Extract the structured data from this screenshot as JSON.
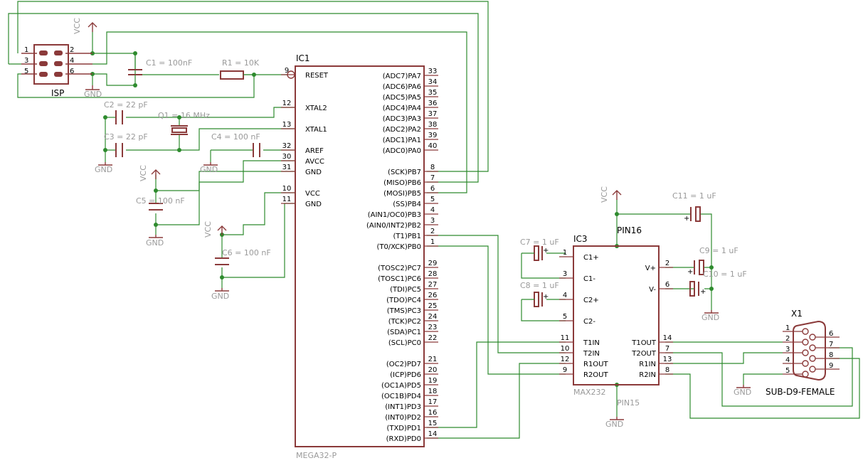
{
  "isp": {
    "name": "ISP",
    "pins": [
      "1",
      "2",
      "3",
      "4",
      "5",
      "6"
    ]
  },
  "ic1": {
    "name": "IC1",
    "part": "MEGA32-P",
    "left_pins": [
      {
        "num": "9",
        "name": "RESET"
      },
      {
        "num": "12",
        "name": "XTAL2"
      },
      {
        "num": "13",
        "name": "XTAL1"
      },
      {
        "num": "32",
        "name": "AREF"
      },
      {
        "num": "30",
        "name": "AVCC"
      },
      {
        "num": "31",
        "name": "GND"
      },
      {
        "num": "10",
        "name": "VCC"
      },
      {
        "num": "11",
        "name": "GND"
      }
    ],
    "right_pins": [
      {
        "num": "33",
        "name": "(ADC7)PA7"
      },
      {
        "num": "34",
        "name": "(ADC6)PA6"
      },
      {
        "num": "35",
        "name": "(ADC5)PA5"
      },
      {
        "num": "36",
        "name": "(ADC4)PA4"
      },
      {
        "num": "37",
        "name": "(ADC3)PA3"
      },
      {
        "num": "38",
        "name": "(ADC2)PA2"
      },
      {
        "num": "39",
        "name": "(ADC1)PA1"
      },
      {
        "num": "40",
        "name": "(ADC0)PA0"
      },
      {
        "num": "8",
        "name": "(SCK)PB7"
      },
      {
        "num": "7",
        "name": "(MISO)PB6"
      },
      {
        "num": "6",
        "name": "(MOSI)PB5"
      },
      {
        "num": "5",
        "name": "(SS)PB4"
      },
      {
        "num": "4",
        "name": "(AIN1/OC0)PB3"
      },
      {
        "num": "3",
        "name": "(AIN0/INT2)PB2"
      },
      {
        "num": "2",
        "name": "(T1)PB1"
      },
      {
        "num": "1",
        "name": "(T0/XCK)PB0"
      },
      {
        "num": "29",
        "name": "(TOSC2)PC7"
      },
      {
        "num": "28",
        "name": "(TOSC1)PC6"
      },
      {
        "num": "27",
        "name": "(TDI)PC5"
      },
      {
        "num": "26",
        "name": "(TDO)PC4"
      },
      {
        "num": "25",
        "name": "(TMS)PC3"
      },
      {
        "num": "24",
        "name": "(TCK)PC2"
      },
      {
        "num": "23",
        "name": "(SDA)PC1"
      },
      {
        "num": "22",
        "name": "(SCL)PC0"
      },
      {
        "num": "21",
        "name": "(OC2)PD7"
      },
      {
        "num": "20",
        "name": "(ICP)PD6"
      },
      {
        "num": "19",
        "name": "(OC1A)PD5"
      },
      {
        "num": "18",
        "name": "(OC1B)PD4"
      },
      {
        "num": "17",
        "name": "(INT1)PD3"
      },
      {
        "num": "16",
        "name": "(INT0)PD2"
      },
      {
        "num": "15",
        "name": "(TXD)PD1"
      },
      {
        "num": "14",
        "name": "(RXD)PD0"
      }
    ]
  },
  "ic3": {
    "name": "IC3",
    "part": "MAX232",
    "pin16": "PIN16",
    "pin15": "PIN15",
    "left_pins": [
      {
        "num": "1",
        "name": "C1+"
      },
      {
        "num": "3",
        "name": "C1-"
      },
      {
        "num": "4",
        "name": "C2+"
      },
      {
        "num": "5",
        "name": "C2-"
      },
      {
        "num": "11",
        "name": "T1IN"
      },
      {
        "num": "10",
        "name": "T2IN"
      },
      {
        "num": "12",
        "name": "R1OUT"
      },
      {
        "num": "9",
        "name": "R2OUT"
      }
    ],
    "right_pins": [
      {
        "num": "2",
        "name": "V+"
      },
      {
        "num": "6",
        "name": "V-"
      },
      {
        "num": "14",
        "name": "T1OUT"
      },
      {
        "num": "7",
        "name": "T2OUT"
      },
      {
        "num": "13",
        "name": "R1IN"
      },
      {
        "num": "8",
        "name": "R2IN"
      }
    ]
  },
  "x1": {
    "name": "X1",
    "part": "SUB-D9-FEMALE",
    "left_pins": [
      "1",
      "2",
      "3",
      "4",
      "5"
    ],
    "right_pins": [
      "6",
      "7",
      "8",
      "9"
    ]
  },
  "components": {
    "c1": "C1 = 100nF",
    "r1": "R1 = 10K",
    "c2": "C2 = 22 pF",
    "q1": "Q1 = 16 MHz",
    "c3": "C3 = 22 pF",
    "c4": "C4 = 100 nF",
    "c5": "C5 = 100 nF",
    "c6": "C6 = 100 nF",
    "c7": "C7 = 1 uF",
    "c8": "C8 = 1 uF",
    "c9": "C9 = 1 uF",
    "c10": "C10 = 1 uF",
    "c11": "C11 = 1 uF"
  },
  "power": {
    "vcc": "VCC",
    "gnd": "GND"
  },
  "colors": {
    "wire": "#2e8b2e",
    "part": "#8b3a3a",
    "label": "#9a9a9a"
  }
}
